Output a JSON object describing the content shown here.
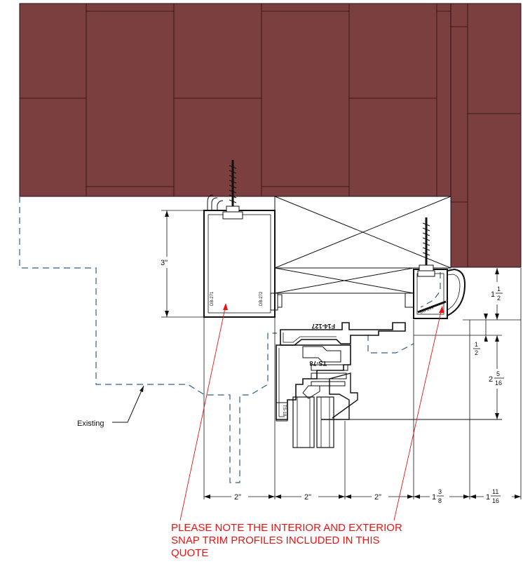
{
  "colors": {
    "masonry": "#7b3f3f",
    "masonry_lines": "#2a0f0f",
    "line": "#111111",
    "existing_dash": "#2e5f86",
    "note": "#ee1111"
  },
  "dimensions": {
    "vertical_frame": "3\"",
    "h1": "2\"",
    "h2": "2\"",
    "h3": "2\"",
    "h4_whole": "1",
    "h4_num": "3",
    "h4_den": "8",
    "h5_whole": "1",
    "h5_num": "11",
    "h5_den": "16",
    "v1_whole": "1",
    "v1_num": "1",
    "v1_den": "2",
    "v2_num": "1",
    "v2_den": "2",
    "v3_whole": "2",
    "v3_num": "5",
    "v3_den": "16"
  },
  "parts": {
    "left_profile": "DB-271",
    "right_profile": "DB-272",
    "sill_head": "F14-127",
    "snap": "TS-78",
    "glazing": "TS-18",
    "exterior_trim": "DB-269"
  },
  "labels": {
    "existing": "Existing"
  },
  "note": {
    "line1": "PLEASE NOTE THE INTERIOR AND EXTERIOR",
    "line2": "SNAP TRIM PROFILES INCLUDED IN THIS",
    "line3": "QUOTE"
  }
}
